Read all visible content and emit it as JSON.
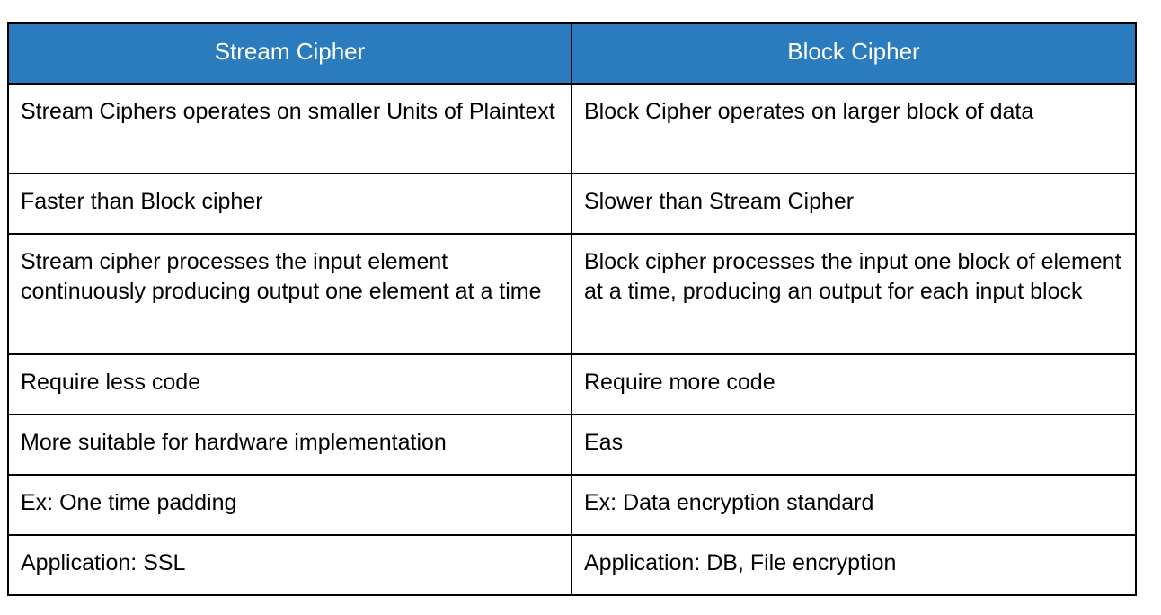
{
  "table": {
    "accent_color": "#2b7cbf",
    "header_text_color": "#ffffff",
    "border_color": "#000000",
    "columns": [
      {
        "id": "stream",
        "label": "Stream Cipher"
      },
      {
        "id": "block",
        "label": "Block Cipher"
      }
    ],
    "rows": [
      {
        "height_class": "row-h1",
        "stream": "Stream Ciphers operates on smaller Units of Plaintext",
        "block": "Block Cipher operates on larger block of data"
      },
      {
        "height_class": "row-h2",
        "stream": "Faster than Block cipher",
        "block": "Slower than Stream Cipher"
      },
      {
        "height_class": "row-h3",
        "stream": "Stream cipher processes the input element continuously producing output one element at a time",
        "block": "Block cipher processes the input one block of element at a time, producing an output for each input block"
      },
      {
        "height_class": "row-h2",
        "stream": "Require less code",
        "block": "Require more code"
      },
      {
        "height_class": "row-h2",
        "stream": "More suitable for hardware implementation",
        "block": "Eas"
      },
      {
        "height_class": "row-h2",
        "stream": "Ex: One time padding",
        "block": "Ex: Data encryption standard"
      },
      {
        "height_class": "row-h2",
        "stream": "Application: SSL",
        "block": "Application: DB, File encryption"
      }
    ]
  }
}
